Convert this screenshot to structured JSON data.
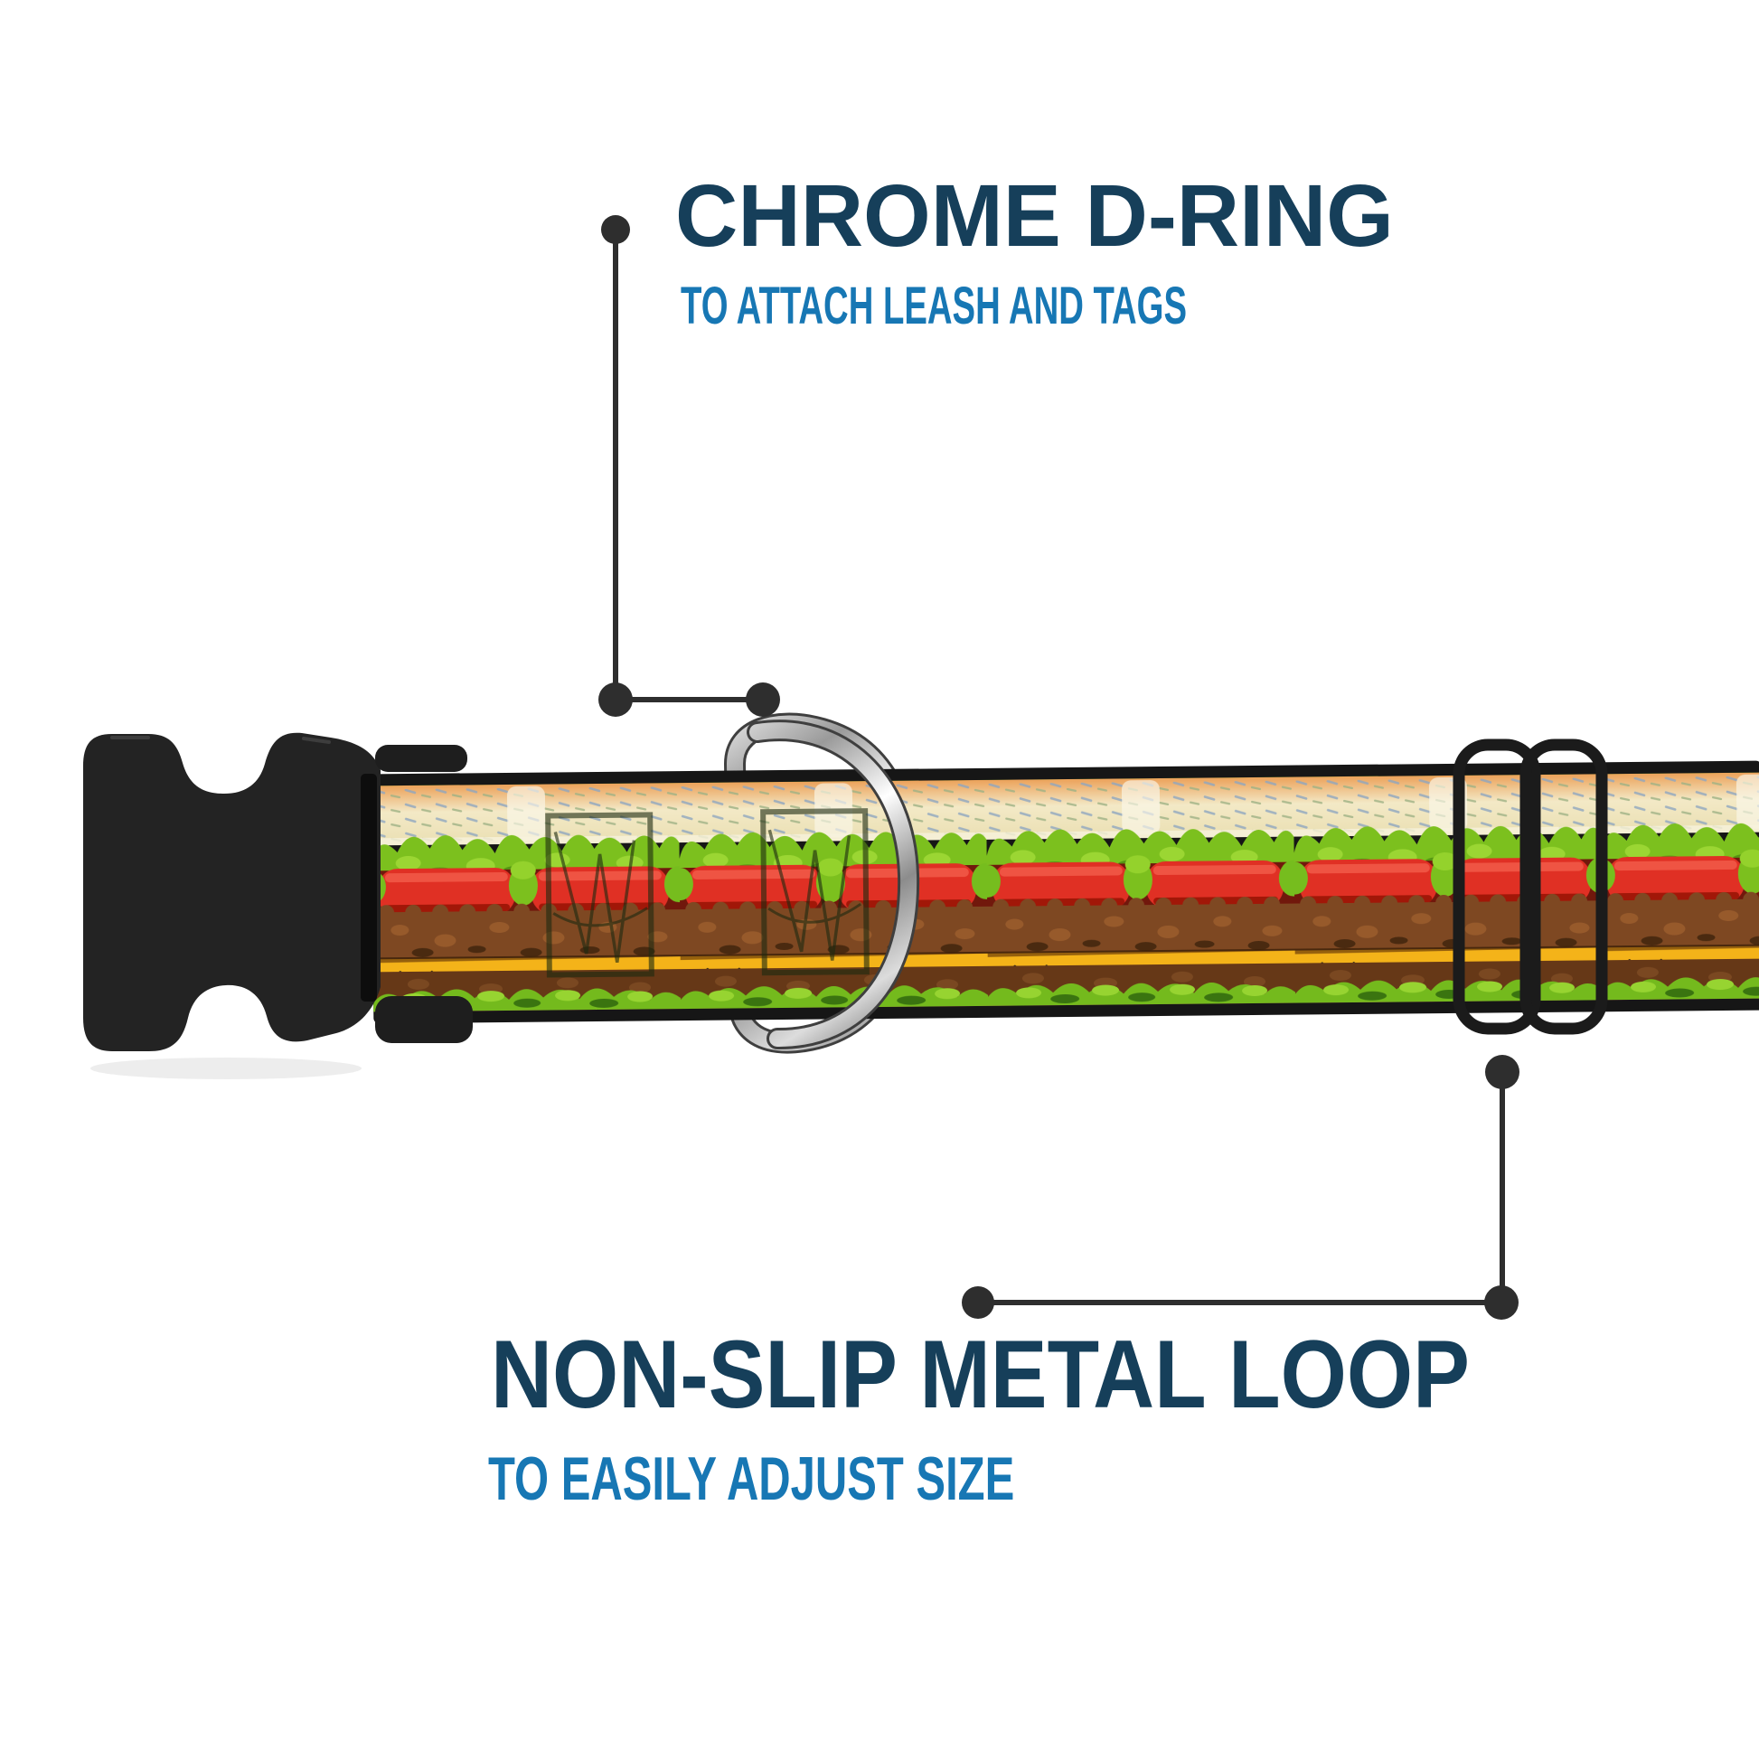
{
  "callouts": {
    "top": {
      "title": "CHROME D-RING",
      "subtitle": "TO ATTACH LEASH AND TAGS",
      "points_to": "chrome-d-ring"
    },
    "bottom": {
      "title": "NON-SLIP METAL LOOP",
      "subtitle": "TO EASILY ADJUST SIZE",
      "points_to": "metal-slider-loop"
    }
  },
  "product": {
    "item": "adjustable-dog-collar",
    "strap_pattern": "cheeseburger-layers-webbing",
    "hardware": [
      "black-side-release-buckle",
      "chrome-d-ring",
      "black-metal-tri-glide-slider"
    ]
  },
  "colors": {
    "background": "#ffffff",
    "title_navy": "#163f5a",
    "subtitle_blue": "#1777b4",
    "callout_line": "#2e2e2e",
    "buckle_black": "#232323",
    "slider_black": "#1b1b1b",
    "chrome_light": "#f2f2f2",
    "chrome_dark": "#4f4f4f",
    "strap_edge_black": "#161616",
    "bun_cream": "#f3e9c6",
    "bun_toast": "#eca25a",
    "lettuce_green": "#7cc01e",
    "tomato_red": "#e03024",
    "patty_brown": "#7e4822",
    "cheese_yellow": "#f4b319"
  }
}
